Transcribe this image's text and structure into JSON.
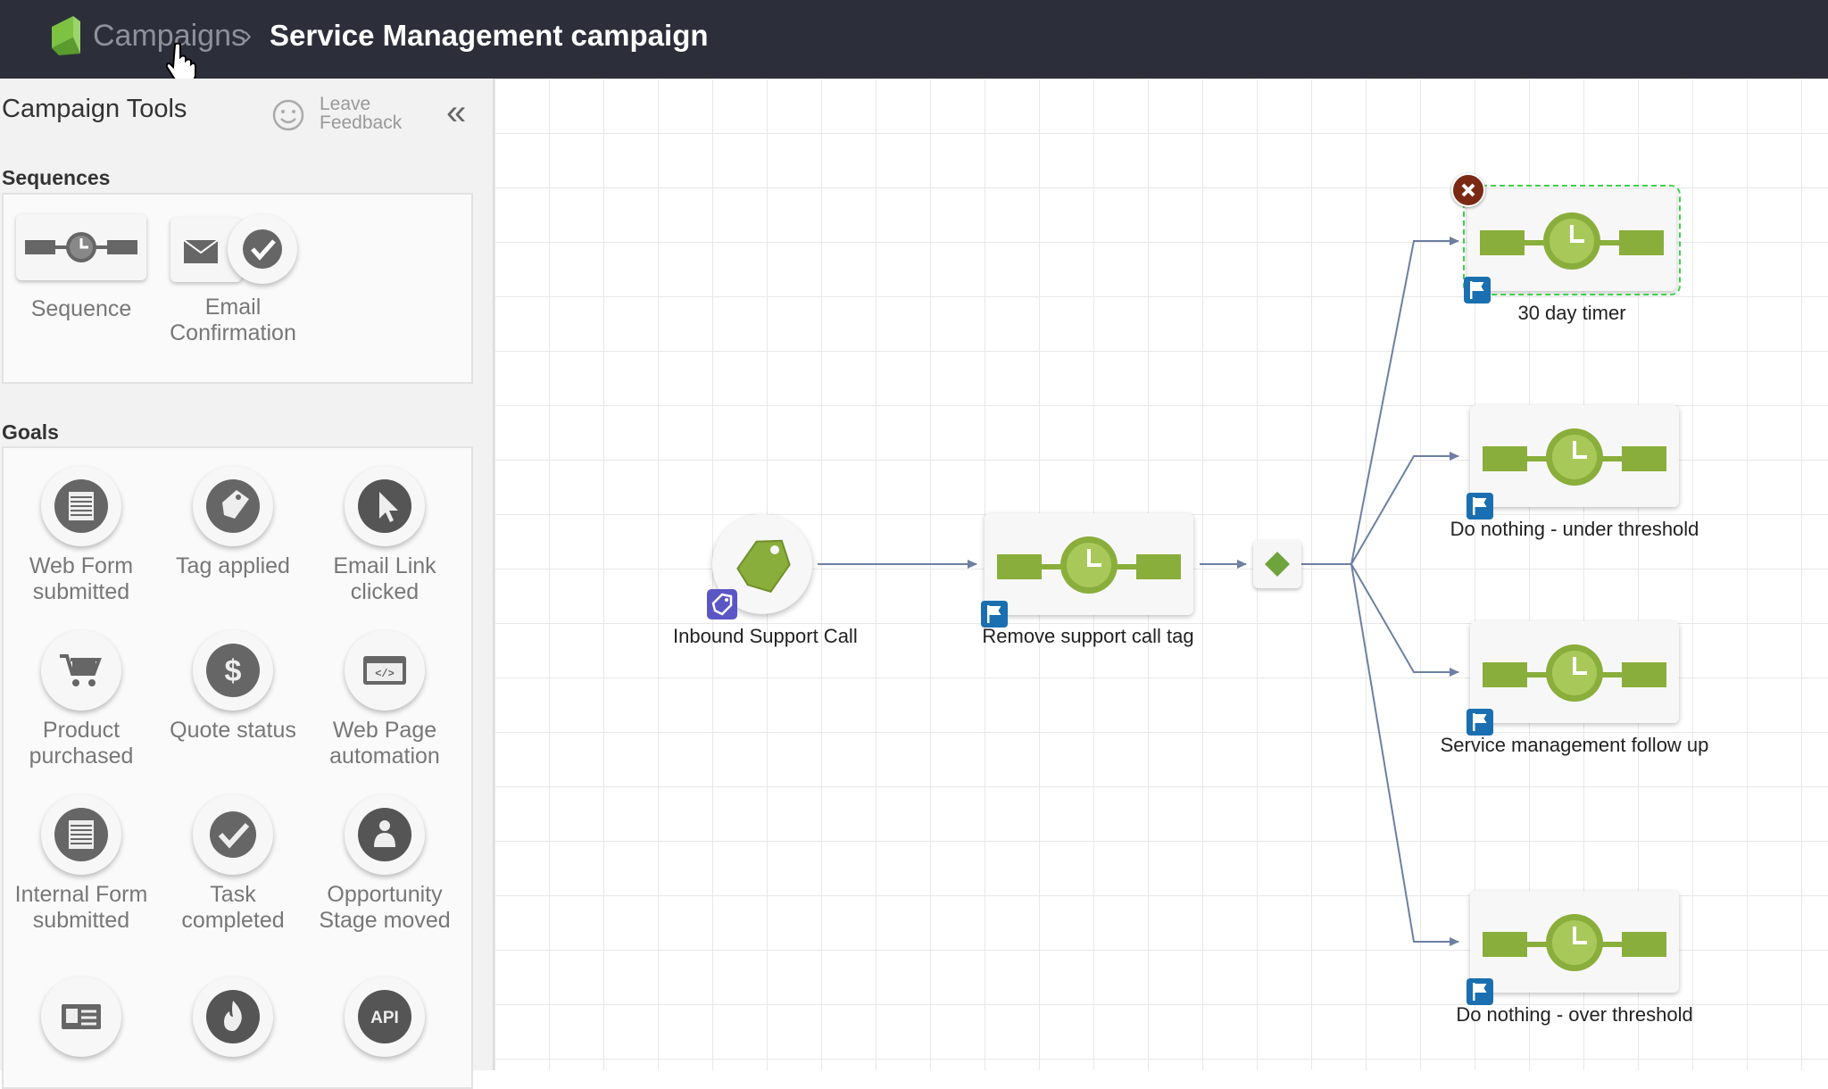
{
  "header": {
    "breadcrumb_link": "Campaigns",
    "breadcrumb_separator": "›",
    "breadcrumb_current": "Service Management campaign"
  },
  "sidebar": {
    "title": "Campaign Tools",
    "feedback_label": "Leave Feedback",
    "collapse_glyph": "«",
    "sequences_label": "Sequences",
    "sequences": [
      {
        "label": "Sequence",
        "icon": "sequence-timer-icon"
      },
      {
        "label": "Email Confirmation",
        "icon": "email-confirmation-icon"
      }
    ],
    "goals_label": "Goals",
    "goals": [
      {
        "label": "Web Form submitted",
        "icon": "web-form-icon"
      },
      {
        "label": "Tag applied",
        "icon": "tag-icon"
      },
      {
        "label": "Email Link clicked",
        "icon": "cursor-click-icon"
      },
      {
        "label": "Product purchased",
        "icon": "cart-icon"
      },
      {
        "label": "Quote status",
        "icon": "dollar-icon"
      },
      {
        "label": "Web Page automation",
        "icon": "web-page-code-icon"
      },
      {
        "label": "Internal Form submitted",
        "icon": "internal-form-icon"
      },
      {
        "label": "Task completed",
        "icon": "checkmark-icon"
      },
      {
        "label": "Opportunity Stage moved",
        "icon": "person-icon"
      },
      {
        "label": "",
        "icon": "contact-card-icon"
      },
      {
        "label": "",
        "icon": "flame-icon"
      },
      {
        "label": "",
        "icon": "api-icon",
        "text": "API"
      }
    ]
  },
  "canvas": {
    "goal_node": {
      "label": "Inbound Support Call"
    },
    "sequence_node": {
      "label": "Remove support call tag"
    },
    "branches": [
      {
        "label": "30 day timer",
        "selected": true
      },
      {
        "label": "Do nothing - under threshold"
      },
      {
        "label": "Service management follow up"
      },
      {
        "label": "Do nothing - over threshold"
      }
    ]
  },
  "colors": {
    "topbar": "#2c2f3a",
    "timer_green": "#8aae3b",
    "flag_blue": "#1a6fb0",
    "tag_purple": "#5a56c6",
    "selection_green": "#3bd14a"
  }
}
